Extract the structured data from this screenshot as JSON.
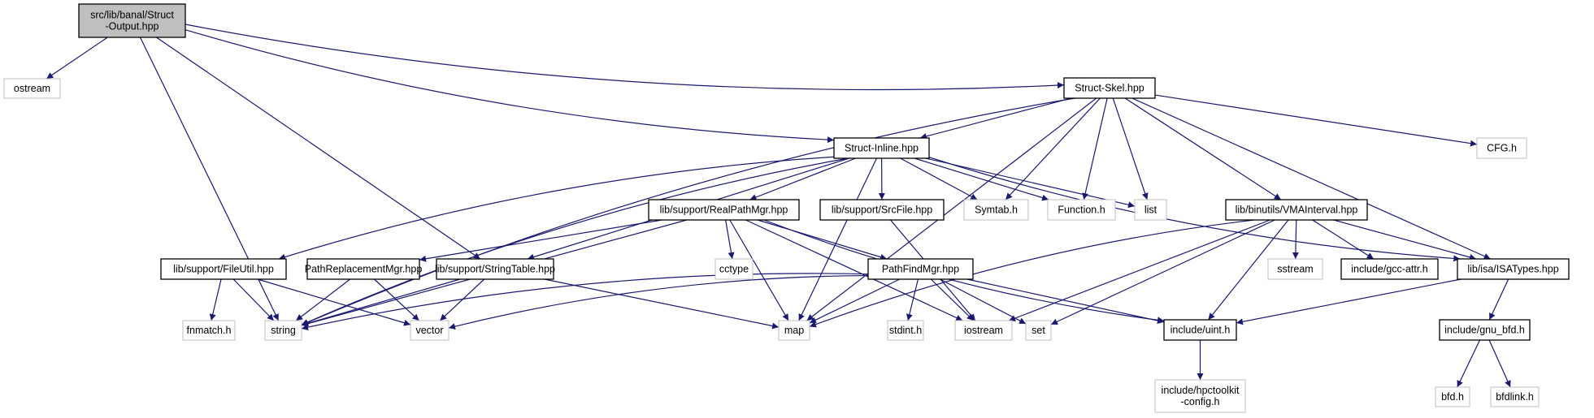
{
  "diagram": {
    "title": "Include dependency graph for src/lib/banal/Struct-Output.hpp",
    "colors": {
      "edge": "#191970",
      "root_fill": "#bfbfbf",
      "documented_border": "#000000",
      "external_border": "#bfbfbf"
    },
    "nodes": [
      {
        "id": "root",
        "lines": [
          "src/lib/banal/Struct",
          "-Output.hpp"
        ],
        "kind": "root"
      },
      {
        "id": "ostream",
        "lines": [
          "ostream"
        ],
        "kind": "external"
      },
      {
        "id": "skel",
        "lines": [
          "Struct-Skel.hpp"
        ],
        "kind": "doc"
      },
      {
        "id": "cfg",
        "lines": [
          "CFG.h"
        ],
        "kind": "external"
      },
      {
        "id": "inline",
        "lines": [
          "Struct-Inline.hpp"
        ],
        "kind": "doc"
      },
      {
        "id": "realpath",
        "lines": [
          "lib/support/RealPathMgr.hpp"
        ],
        "kind": "doc"
      },
      {
        "id": "srcfile",
        "lines": [
          "lib/support/SrcFile.hpp"
        ],
        "kind": "doc"
      },
      {
        "id": "symtab",
        "lines": [
          "Symtab.h"
        ],
        "kind": "external"
      },
      {
        "id": "function",
        "lines": [
          "Function.h"
        ],
        "kind": "external"
      },
      {
        "id": "list",
        "lines": [
          "list"
        ],
        "kind": "external"
      },
      {
        "id": "vma",
        "lines": [
          "lib/binutils/VMAInterval.hpp"
        ],
        "kind": "doc"
      },
      {
        "id": "fileutil",
        "lines": [
          "lib/support/FileUtil.hpp"
        ],
        "kind": "doc"
      },
      {
        "id": "pathrepl",
        "lines": [
          "PathReplacementMgr.hpp"
        ],
        "kind": "doc"
      },
      {
        "id": "strtable",
        "lines": [
          "lib/support/StringTable.hpp"
        ],
        "kind": "doc"
      },
      {
        "id": "cctype",
        "lines": [
          "cctype"
        ],
        "kind": "external"
      },
      {
        "id": "pathfind",
        "lines": [
          "PathFindMgr.hpp"
        ],
        "kind": "doc"
      },
      {
        "id": "sstream",
        "lines": [
          "sstream"
        ],
        "kind": "external"
      },
      {
        "id": "gccattr",
        "lines": [
          "include/gcc-attr.h"
        ],
        "kind": "doc"
      },
      {
        "id": "isatypes",
        "lines": [
          "lib/isa/ISATypes.hpp"
        ],
        "kind": "doc"
      },
      {
        "id": "fnmatch",
        "lines": [
          "fnmatch.h"
        ],
        "kind": "external"
      },
      {
        "id": "string",
        "lines": [
          "string"
        ],
        "kind": "external"
      },
      {
        "id": "vector",
        "lines": [
          "vector"
        ],
        "kind": "external"
      },
      {
        "id": "map",
        "lines": [
          "map"
        ],
        "kind": "external"
      },
      {
        "id": "stdint",
        "lines": [
          "stdint.h"
        ],
        "kind": "external"
      },
      {
        "id": "iostream",
        "lines": [
          "iostream"
        ],
        "kind": "external"
      },
      {
        "id": "set",
        "lines": [
          "set"
        ],
        "kind": "external"
      },
      {
        "id": "uint",
        "lines": [
          "include/uint.h"
        ],
        "kind": "doc"
      },
      {
        "id": "gnubfd",
        "lines": [
          "include/gnu_bfd.h"
        ],
        "kind": "doc"
      },
      {
        "id": "hpcconfig",
        "lines": [
          "include/hpctoolkit",
          "-config.h"
        ],
        "kind": "external"
      },
      {
        "id": "bfd",
        "lines": [
          "bfd.h"
        ],
        "kind": "external"
      },
      {
        "id": "bfdlink",
        "lines": [
          "bfdlink.h"
        ],
        "kind": "external"
      }
    ],
    "edges": [
      [
        "root",
        "ostream"
      ],
      [
        "root",
        "string"
      ],
      [
        "root",
        "strtable"
      ],
      [
        "root",
        "inline"
      ],
      [
        "root",
        "skel"
      ],
      [
        "skel",
        "inline"
      ],
      [
        "skel",
        "cfg"
      ],
      [
        "skel",
        "symtab"
      ],
      [
        "skel",
        "function"
      ],
      [
        "skel",
        "list"
      ],
      [
        "skel",
        "vma"
      ],
      [
        "skel",
        "isatypes"
      ],
      [
        "skel",
        "string"
      ],
      [
        "skel",
        "map"
      ],
      [
        "inline",
        "realpath"
      ],
      [
        "inline",
        "srcfile"
      ],
      [
        "inline",
        "symtab"
      ],
      [
        "inline",
        "function"
      ],
      [
        "inline",
        "list"
      ],
      [
        "inline",
        "isatypes"
      ],
      [
        "inline",
        "strtable"
      ],
      [
        "inline",
        "map"
      ],
      [
        "inline",
        "fileutil"
      ],
      [
        "inline",
        "string"
      ],
      [
        "realpath",
        "pathrepl"
      ],
      [
        "realpath",
        "cctype"
      ],
      [
        "realpath",
        "map"
      ],
      [
        "realpath",
        "pathfind"
      ],
      [
        "realpath",
        "iostream"
      ],
      [
        "realpath",
        "uint"
      ],
      [
        "realpath",
        "string"
      ],
      [
        "srcfile",
        "iostream"
      ],
      [
        "vma",
        "sstream"
      ],
      [
        "vma",
        "gccattr"
      ],
      [
        "vma",
        "isatypes"
      ],
      [
        "vma",
        "uint"
      ],
      [
        "vma",
        "set"
      ],
      [
        "vma",
        "iostream"
      ],
      [
        "vma",
        "map"
      ],
      [
        "fileutil",
        "fnmatch"
      ],
      [
        "fileutil",
        "string"
      ],
      [
        "fileutil",
        "vector"
      ],
      [
        "pathrepl",
        "string"
      ],
      [
        "pathrepl",
        "vector"
      ],
      [
        "strtable",
        "string"
      ],
      [
        "strtable",
        "vector"
      ],
      [
        "strtable",
        "map"
      ],
      [
        "pathfind",
        "string"
      ],
      [
        "pathfind",
        "vector"
      ],
      [
        "pathfind",
        "map"
      ],
      [
        "pathfind",
        "stdint"
      ],
      [
        "pathfind",
        "iostream"
      ],
      [
        "pathfind",
        "set"
      ],
      [
        "pathfind",
        "uint"
      ],
      [
        "isatypes",
        "uint"
      ],
      [
        "isatypes",
        "gnubfd"
      ],
      [
        "uint",
        "hpcconfig"
      ],
      [
        "gnubfd",
        "bfd"
      ],
      [
        "gnubfd",
        "bfdlink"
      ]
    ]
  }
}
